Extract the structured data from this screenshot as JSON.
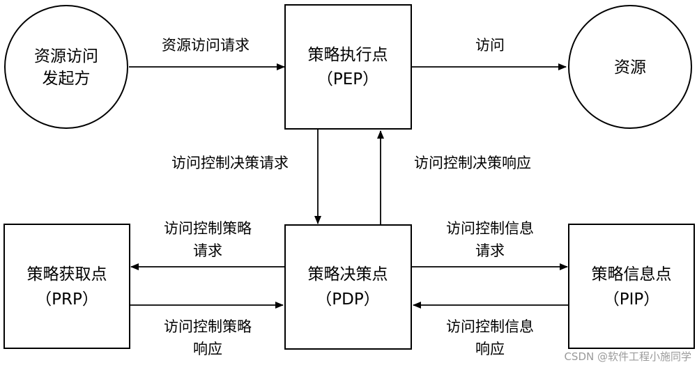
{
  "nodes": {
    "initiator": {
      "line1": "资源访问",
      "line2": "发起方"
    },
    "pep": {
      "line1": "策略执行点",
      "line2": "（PEP）"
    },
    "resource": {
      "label": "资源"
    },
    "prp": {
      "line1": "策略获取点",
      "line2": "（PRP）"
    },
    "pdp": {
      "line1": "策略决策点",
      "line2": "（PDP）"
    },
    "pip": {
      "line1": "策略信息点",
      "line2": "（PIP）"
    }
  },
  "edges": {
    "resource_request": {
      "label": "资源访问请求"
    },
    "access": {
      "label": "访问"
    },
    "decision_request": {
      "label": "访问控制决策请求"
    },
    "decision_response": {
      "label": "访问控制决策响应"
    },
    "policy_request": {
      "line1": "访问控制策略",
      "line2": "请求"
    },
    "policy_response": {
      "line1": "访问控制策略",
      "line2": "响应"
    },
    "info_request": {
      "line1": "访问控制信息",
      "line2": "请求"
    },
    "info_response": {
      "line1": "访问控制信息",
      "line2": "响应"
    }
  },
  "watermark": "CSDN @软件工程小施同学"
}
